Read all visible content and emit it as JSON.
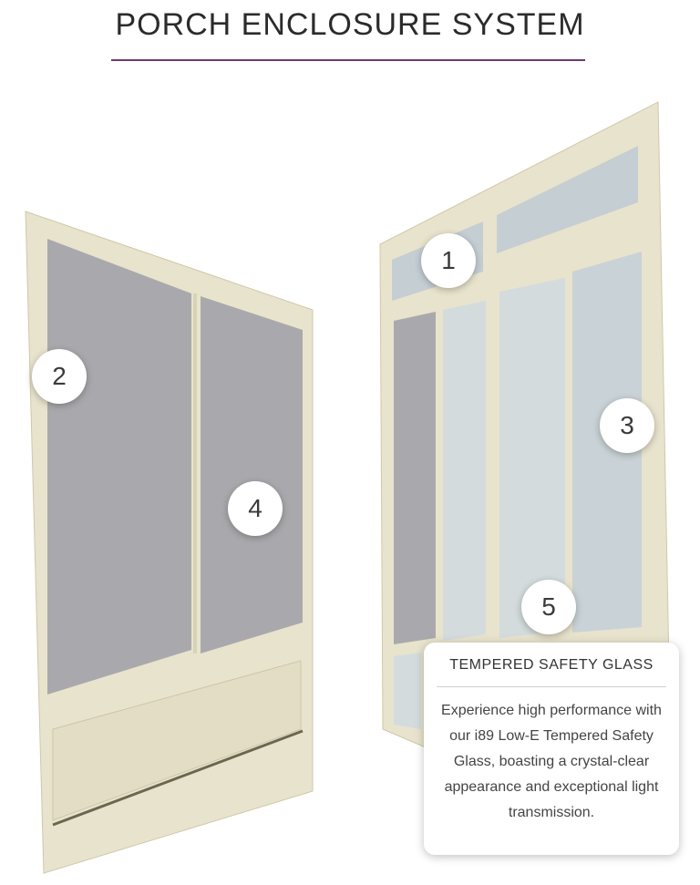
{
  "page": {
    "title": "PORCH ENCLOSURE SYSTEM",
    "accent_color": "#6b3b6e"
  },
  "hotspots": [
    {
      "label": "1"
    },
    {
      "label": "2"
    },
    {
      "label": "3"
    },
    {
      "label": "4"
    },
    {
      "label": "5"
    }
  ],
  "info_card": {
    "title": "TEMPERED SAFETY GLASS",
    "body": "Experience high performance with our i89 Low-E Tempered Safety Glass, boasting a crystal-clear appearance and exceptional light transmission."
  },
  "colors": {
    "frame": "#e8e3cc",
    "screen": "#a9a9ad",
    "glass": "#d3dbdd"
  }
}
